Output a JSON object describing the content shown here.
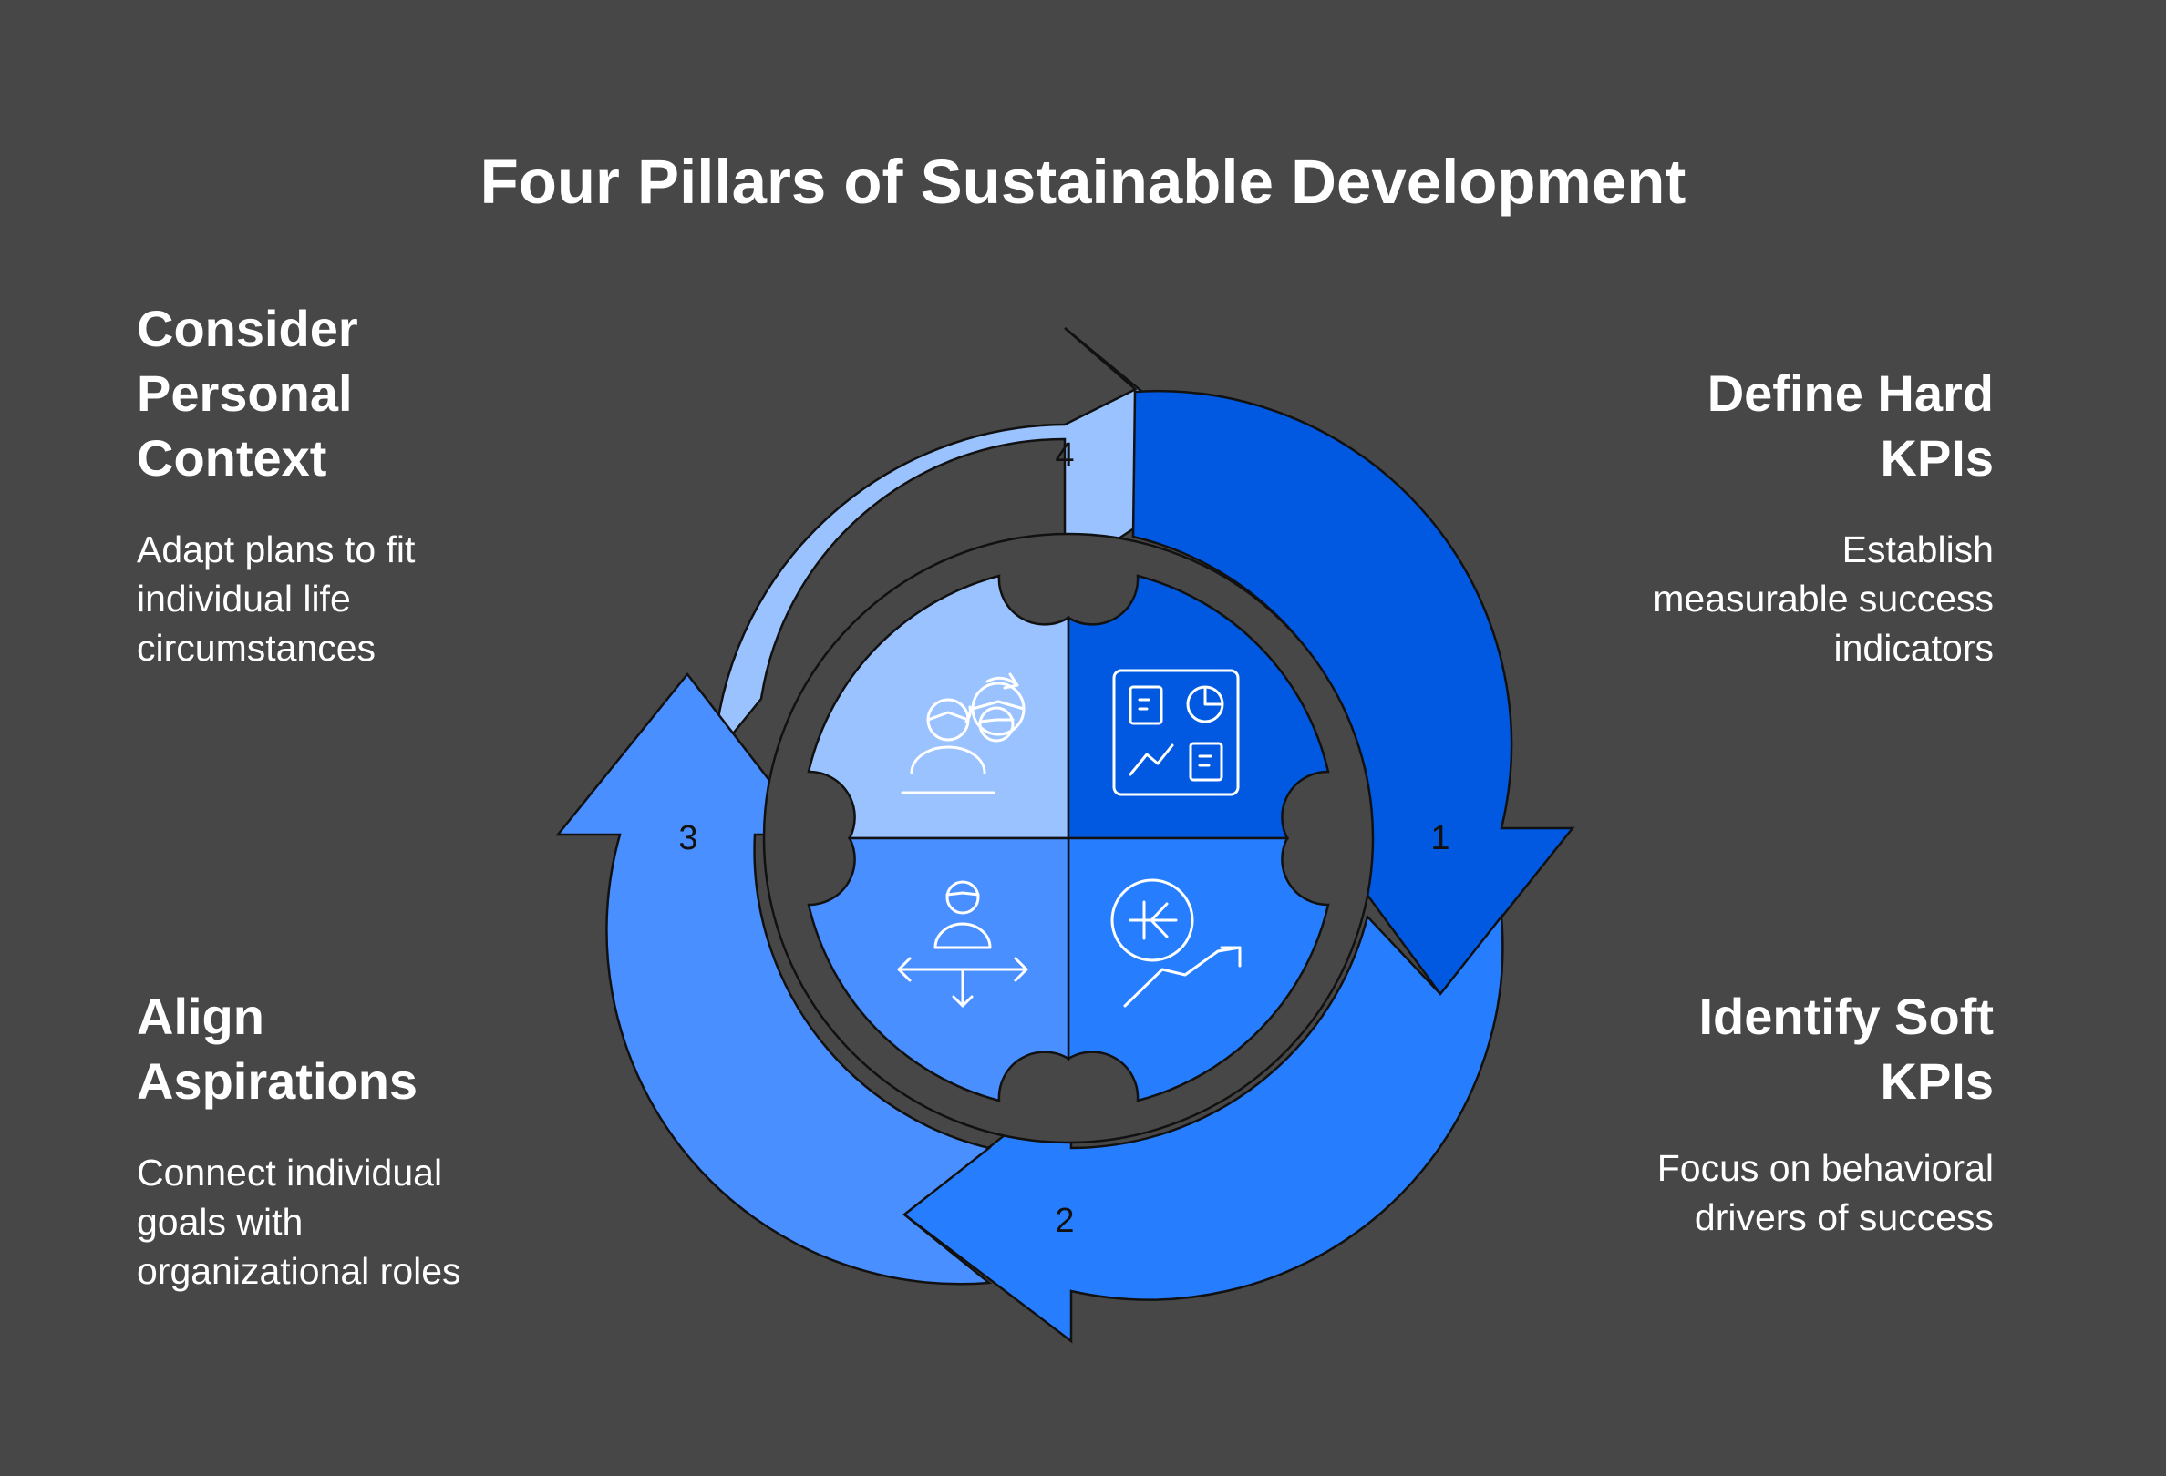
{
  "title": "Four Pillars of Sustainable Development",
  "colors": {
    "background": "#474747",
    "segment_1": "#0059E0",
    "segment_2": "#267EFF",
    "segment_3": "#4A8FFF",
    "segment_4": "#99C2FF",
    "stroke": "#111111",
    "text": "#FFFFFF"
  },
  "steps": [
    {
      "number": "1",
      "heading": "Define Hard\nKPIs",
      "description": "Establish\nmeasurable success\nindicators",
      "icon": "dashboard-charts-icon"
    },
    {
      "number": "2",
      "heading": "Identify Soft\nKPIs",
      "description": "Focus on behavioral\ndrivers of success",
      "icon": "growth-trend-icon"
    },
    {
      "number": "3",
      "heading": "Align\nAspirations",
      "description": "Connect individual\ngoals with\norganizational roles",
      "icon": "person-directions-icon"
    },
    {
      "number": "4",
      "heading": "Consider\nPersonal\nContext",
      "description": "Adapt plans to fit\nindividual life\ncircumstances",
      "icon": "person-context-icon"
    }
  ]
}
